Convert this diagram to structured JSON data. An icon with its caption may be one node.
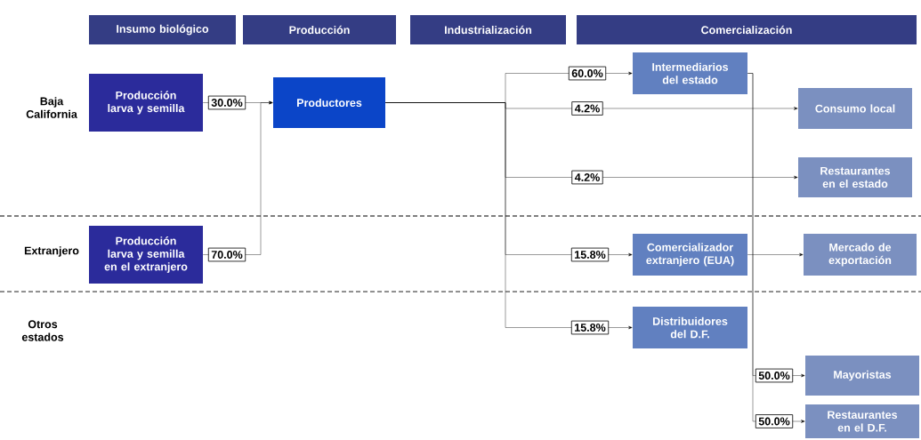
{
  "diagram": {
    "nodes": [
      {
        "text": [
          "Insumo biológico"
        ]
      },
      {
        "text": [
          "Producción"
        ]
      },
      {
        "text": [
          "Industrialización"
        ]
      },
      {
        "text": [
          "Comercialización"
        ]
      },
      {
        "text": [
          "Producción larva y semilla"
        ]
      },
      {
        "text": [
          "Producción larva y semilla en el extranjero"
        ]
      },
      {
        "text": [
          "Productores"
        ]
      },
      {
        "text": [
          "Intermediarios del estado"
        ]
      },
      {
        "text": [
          "Consumo local"
        ]
      },
      {
        "text": [
          "Restaurantes en el estado"
        ]
      },
      {
        "text": [
          "Comercializador extranjero (EUA)"
        ]
      },
      {
        "text": [
          "Mercado de exportación"
        ]
      },
      {
        "text": [
          "Distribuidores del D.F."
        ]
      },
      {
        "text": [
          "Mayoristas"
        ]
      },
      {
        "text": [
          "Restaurantes en el D.F."
        ]
      }
    ],
    "edges": [
      {
        "from": 4,
        "to": 6,
        "arrow": "to",
        "label": "30.0%"
      },
      {
        "from": 5,
        "to": 6,
        "arrow": "to",
        "label": "70.0%"
      },
      {
        "from": 6,
        "to": 7,
        "arrow": "to",
        "label": "60.0%"
      },
      {
        "from": 6,
        "to": 8,
        "arrow": "to",
        "label": "4.2%"
      },
      {
        "from": 6,
        "to": 9,
        "arrow": "to",
        "label": "4.2%"
      },
      {
        "from": 6,
        "to": 10,
        "arrow": "to",
        "label": "15.8%"
      },
      {
        "from": 6,
        "to": 12,
        "arrow": "to",
        "label": "15.8%"
      },
      {
        "from": 10,
        "to": 11,
        "arrow": "to"
      },
      {
        "from": 7,
        "to": 13,
        "arrow": "to",
        "label": "50.0%"
      },
      {
        "from": 7,
        "to": 14,
        "arrow": "to",
        "label": "50.0%"
      }
    ],
    "labels": [
      "Baja California",
      "Extranjero",
      "Otros estados"
    ]
  }
}
